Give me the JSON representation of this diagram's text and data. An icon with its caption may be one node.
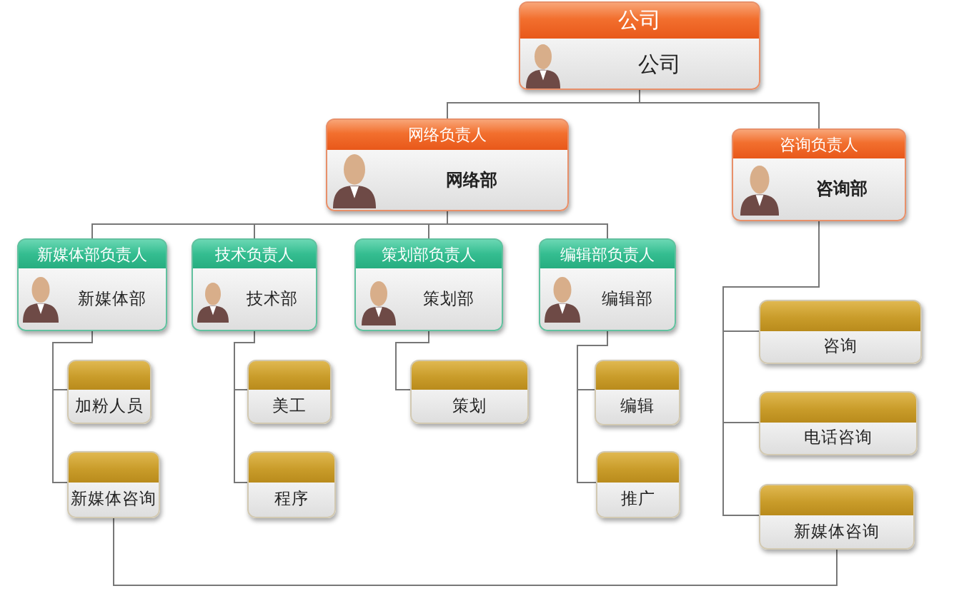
{
  "diagram": {
    "nodes": [
      {
        "text": [
          "公司",
          "公司"
        ]
      },
      {
        "text": [
          "网络负责人",
          "网络部"
        ]
      },
      {
        "text": [
          "咨询负责人",
          "咨询部"
        ]
      },
      {
        "text": [
          "新媒体部负责人",
          "新媒体部"
        ]
      },
      {
        "text": [
          "技术负责人",
          "技术部"
        ]
      },
      {
        "text": [
          "策划部负责人",
          "策划部"
        ]
      },
      {
        "text": [
          "编辑部负责人",
          "编辑部"
        ]
      },
      {
        "text": [
          "加粉人员"
        ]
      },
      {
        "text": [
          "新媒体咨询"
        ]
      },
      {
        "text": [
          "美工"
        ]
      },
      {
        "text": [
          "程序"
        ]
      },
      {
        "text": [
          "策划"
        ]
      },
      {
        "text": [
          "编辑"
        ]
      },
      {
        "text": [
          "推广"
        ]
      },
      {
        "text": [
          "咨询"
        ]
      },
      {
        "text": [
          "电话咨询"
        ]
      },
      {
        "text": [
          "新媒体咨询"
        ]
      }
    ],
    "edges": [
      {
        "from": 0,
        "to": 1,
        "arrow": "none"
      },
      {
        "from": 0,
        "to": 2,
        "arrow": "none"
      },
      {
        "from": 1,
        "to": 3,
        "arrow": "none"
      },
      {
        "from": 1,
        "to": 4,
        "arrow": "none"
      },
      {
        "from": 1,
        "to": 5,
        "arrow": "none"
      },
      {
        "from": 1,
        "to": 6,
        "arrow": "none"
      },
      {
        "from": 3,
        "to": 7,
        "arrow": "none"
      },
      {
        "from": 3,
        "to": 8,
        "arrow": "none"
      },
      {
        "from": 4,
        "to": 9,
        "arrow": "none"
      },
      {
        "from": 4,
        "to": 10,
        "arrow": "none"
      },
      {
        "from": 5,
        "to": 11,
        "arrow": "none"
      },
      {
        "from": 6,
        "to": 12,
        "arrow": "none"
      },
      {
        "from": 6,
        "to": 13,
        "arrow": "none"
      },
      {
        "from": 2,
        "to": 14,
        "arrow": "none"
      },
      {
        "from": 2,
        "to": 15,
        "arrow": "none"
      },
      {
        "from": 2,
        "to": 16,
        "arrow": "none"
      },
      {
        "from": 8,
        "to": 16,
        "arrow": "none"
      }
    ]
  }
}
